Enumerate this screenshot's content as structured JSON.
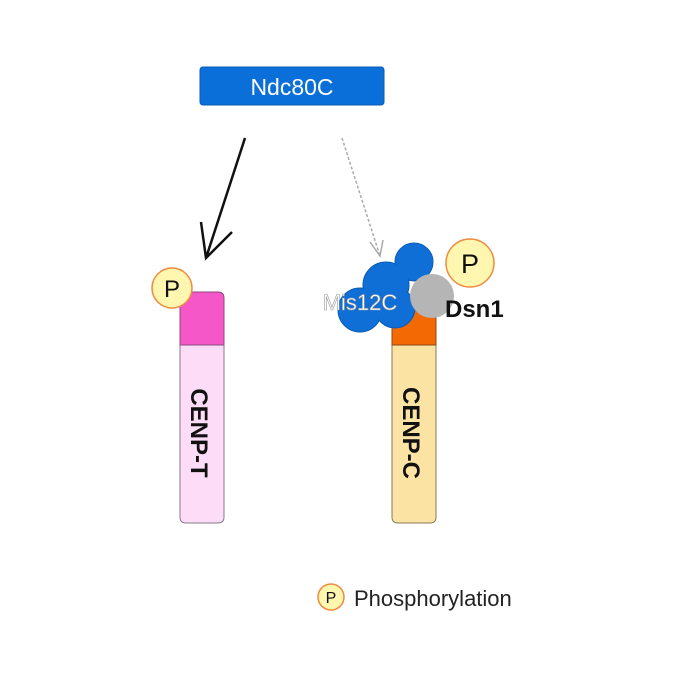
{
  "ndc80c": {
    "label": "Ndc80C",
    "color": "#0a6fd8"
  },
  "cenp_t": {
    "label": "CENP-T",
    "top_color": "#f556c8",
    "body_color": "#fcdcf7"
  },
  "cenp_c": {
    "label": "CENP-C",
    "top_color": "#f36a05",
    "body_color": "#fbe3a4"
  },
  "mis12c": {
    "label": "Mis12C",
    "color": "#0f6fd6"
  },
  "dsn1": {
    "label": "Dsn1",
    "color": "#b5b5b5"
  },
  "phospho": {
    "symbol": "P",
    "fill": "#fff6b0",
    "stroke": "#f08a40"
  },
  "legend": {
    "symbol": "P",
    "label": "Phosphorylation"
  },
  "arrows": [
    {
      "from": "Ndc80C",
      "to": "CENP-T",
      "style": "solid"
    },
    {
      "from": "Ndc80C",
      "to": "Mis12C",
      "style": "dashed"
    }
  ]
}
